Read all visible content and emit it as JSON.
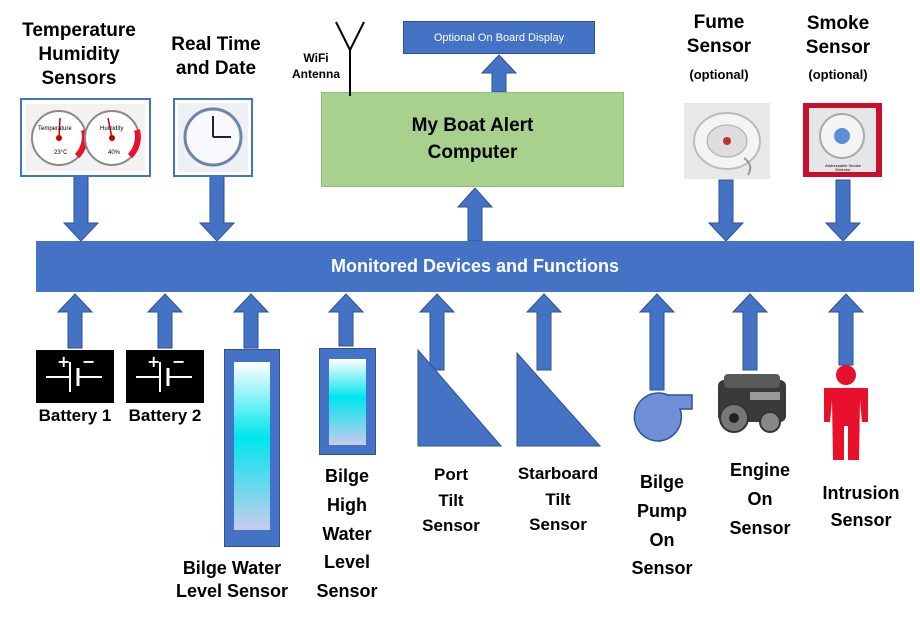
{
  "bus": {
    "label": "Monitored Devices and Functions"
  },
  "computer": {
    "label": "My Boat Alert\nComputer"
  },
  "display": {
    "label": "Optional On Board Display"
  },
  "antenna": {
    "label": "WiFi\nAntenna"
  },
  "top_devices": [
    {
      "id": "temp-humidity",
      "label": "Temperature\nHumidity\nSensors",
      "gauge1": "Temperature",
      "gauge2": "Humidity",
      "reading1": "23°C",
      "reading2": "40%"
    },
    {
      "id": "clock",
      "label": "Real Time\nand Date"
    },
    {
      "id": "fume",
      "label": "Fume\nSensor",
      "sublabel": "(optional)"
    },
    {
      "id": "smoke",
      "label": "Smoke\nSensor",
      "sublabel": "(optional)",
      "plate_text": "Addressable Smoke\nDetector"
    }
  ],
  "bottom_devices": [
    {
      "id": "battery1",
      "label": "Battery 1"
    },
    {
      "id": "battery2",
      "label": "Battery 2"
    },
    {
      "id": "bilge-level",
      "label": "Bilge Water\nLevel Sensor"
    },
    {
      "id": "bilge-high",
      "label": "Bilge\nHigh\nWater\nLevel\nSensor"
    },
    {
      "id": "port-tilt",
      "label": "Port\nTilt\nSensor"
    },
    {
      "id": "starboard-tilt",
      "label": "Starboard\nTilt\nSensor"
    },
    {
      "id": "bilge-pump",
      "label": "Bilge\nPump\nOn\nSensor"
    },
    {
      "id": "engine",
      "label": "Engine\nOn\nSensor"
    },
    {
      "id": "intrusion",
      "label": "Intrusion\nSensor"
    }
  ],
  "colors": {
    "blue": "#4472c4",
    "green": "#a9d18e",
    "cyan": "#00e5ee",
    "red": "#e8102b"
  }
}
